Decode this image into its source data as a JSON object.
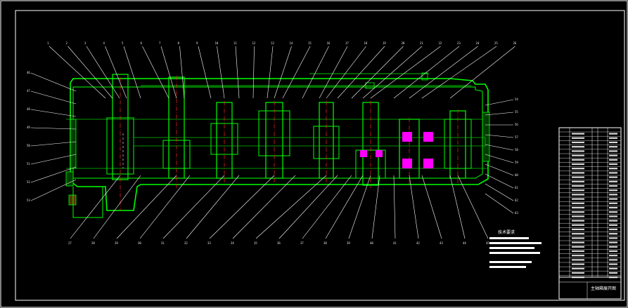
{
  "drawing": {
    "colors": {
      "background": "#000000",
      "frame": "#ffffff",
      "outline": "#00ff00",
      "hatch": "#00cc00",
      "center_line": "#ff2020",
      "highlight": "#ff00ff",
      "leader": "#ffffff",
      "text": "#ffffff"
    },
    "top_balloons": [
      "1",
      "2",
      "3",
      "4",
      "5",
      "6",
      "7",
      "8",
      "9",
      "10",
      "11",
      "12",
      "13",
      "14",
      "15",
      "16",
      "17",
      "18",
      "19",
      "20",
      "21",
      "22",
      "23",
      "24",
      "25",
      "26"
    ],
    "bottom_balloons": [
      "27",
      "28",
      "29",
      "30",
      "31",
      "32",
      "33",
      "34",
      "35",
      "36",
      "37",
      "38",
      "39",
      "40",
      "41",
      "42",
      "43",
      "44",
      "45"
    ],
    "left_balloons": [
      "46",
      "47",
      "48",
      "49",
      "50",
      "51",
      "52",
      "53"
    ],
    "right_balloons": [
      "54",
      "55",
      "56",
      "57",
      "58",
      "59",
      "60",
      "61",
      "62",
      "63"
    ]
  },
  "notes": {
    "title": "技术要求",
    "lines": [
      "",
      "",
      "",
      "",
      "",
      ""
    ]
  },
  "title_block": {
    "title": "主轴箱展开图"
  }
}
